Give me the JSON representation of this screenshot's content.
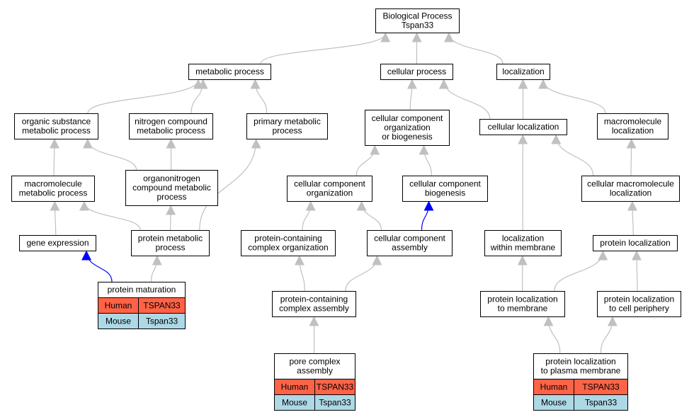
{
  "nodes": {
    "bp": {
      "lines": [
        "Biological Process",
        "Tspan33"
      ]
    },
    "meta": {
      "lines": [
        "metabolic process"
      ]
    },
    "cell": {
      "lines": [
        "cellular process"
      ]
    },
    "loc": {
      "lines": [
        "localization"
      ]
    },
    "osm": {
      "lines": [
        "organic substance",
        "metabolic process"
      ]
    },
    "ncm": {
      "lines": [
        "nitrogen compound",
        "metabolic process"
      ]
    },
    "pmp": {
      "lines": [
        "primary metabolic",
        "process"
      ]
    },
    "ccob": {
      "lines": [
        "cellular component",
        "organization",
        "or biogenesis"
      ]
    },
    "cloc": {
      "lines": [
        "cellular localization"
      ]
    },
    "mloc": {
      "lines": [
        "macromolecule",
        "localization"
      ]
    },
    "mmp": {
      "lines": [
        "macromolecule",
        "metabolic process"
      ]
    },
    "ocmp": {
      "lines": [
        "organonitrogen",
        "compound metabolic",
        "process"
      ]
    },
    "cco": {
      "lines": [
        "cellular component",
        "organization"
      ]
    },
    "ccb": {
      "lines": [
        "cellular component",
        "biogenesis"
      ]
    },
    "cml": {
      "lines": [
        "cellular macromolecule",
        "localization"
      ]
    },
    "ge": {
      "lines": [
        "gene expression"
      ]
    },
    "prmp": {
      "lines": [
        "protein metabolic",
        "process"
      ]
    },
    "pcco": {
      "lines": [
        "protein-containing",
        "complex organization"
      ]
    },
    "cca": {
      "lines": [
        "cellular component",
        "assembly"
      ]
    },
    "lwm": {
      "lines": [
        "localization",
        "within membrane"
      ]
    },
    "pl": {
      "lines": [
        "protein localization"
      ]
    },
    "pm": {
      "lines": [
        "protein maturation"
      ]
    },
    "pcca": {
      "lines": [
        "protein-containing",
        "complex assembly"
      ]
    },
    "pltm": {
      "lines": [
        "protein localization",
        "to membrane"
      ]
    },
    "pltcp": {
      "lines": [
        "protein localization",
        "to cell periphery"
      ]
    },
    "pca": {
      "lines": [
        "pore complex",
        "assembly"
      ]
    },
    "pltpm": {
      "lines": [
        "protein localization",
        "to plasma membrane"
      ]
    }
  },
  "annotations": {
    "pm": [
      {
        "species": "Human",
        "gene": "TSPAN33"
      },
      {
        "species": "Mouse",
        "gene": "Tspan33"
      }
    ],
    "pca": [
      {
        "species": "Human",
        "gene": "TSPAN33"
      },
      {
        "species": "Mouse",
        "gene": "Tspan33"
      }
    ],
    "pltpm": [
      {
        "species": "Human",
        "gene": "TSPAN33"
      },
      {
        "species": "Mouse",
        "gene": "Tspan33"
      }
    ]
  },
  "edges": [
    {
      "from": "meta",
      "to": "bp"
    },
    {
      "from": "cell",
      "to": "bp"
    },
    {
      "from": "loc",
      "to": "bp"
    },
    {
      "from": "osm",
      "to": "meta"
    },
    {
      "from": "ncm",
      "to": "meta"
    },
    {
      "from": "pmp",
      "to": "meta"
    },
    {
      "from": "ccob",
      "to": "cell"
    },
    {
      "from": "cloc",
      "to": "cell"
    },
    {
      "from": "cloc",
      "to": "loc"
    },
    {
      "from": "mloc",
      "to": "loc"
    },
    {
      "from": "mmp",
      "to": "osm"
    },
    {
      "from": "ocmp",
      "to": "osm"
    },
    {
      "from": "ocmp",
      "to": "ncm"
    },
    {
      "from": "cco",
      "to": "ccob"
    },
    {
      "from": "ccb",
      "to": "ccob"
    },
    {
      "from": "cml",
      "to": "cloc"
    },
    {
      "from": "cml",
      "to": "mloc"
    },
    {
      "from": "ge",
      "to": "mmp"
    },
    {
      "from": "prmp",
      "to": "mmp"
    },
    {
      "from": "prmp",
      "to": "ocmp"
    },
    {
      "from": "prmp",
      "to": "pmp"
    },
    {
      "from": "pcco",
      "to": "cco"
    },
    {
      "from": "cca",
      "to": "cco"
    },
    {
      "from": "cca",
      "to": "ccb",
      "kind": "blue"
    },
    {
      "from": "lwm",
      "to": "cloc"
    },
    {
      "from": "pl",
      "to": "cml"
    },
    {
      "from": "pm",
      "to": "ge",
      "kind": "blue"
    },
    {
      "from": "pm",
      "to": "prmp"
    },
    {
      "from": "pcca",
      "to": "pcco"
    },
    {
      "from": "pcca",
      "to": "cca"
    },
    {
      "from": "pltm",
      "to": "lwm"
    },
    {
      "from": "pltm",
      "to": "pl"
    },
    {
      "from": "pltcp",
      "to": "pl"
    },
    {
      "from": "pca",
      "to": "pcca"
    },
    {
      "from": "pltpm",
      "to": "pltm"
    },
    {
      "from": "pltpm",
      "to": "pltcp"
    }
  ],
  "colors": {
    "edge": "#c0c0c0",
    "edge_blue": "#0000ff",
    "human": "#ff6347",
    "mouse": "#add8e6",
    "border": "#000000"
  }
}
